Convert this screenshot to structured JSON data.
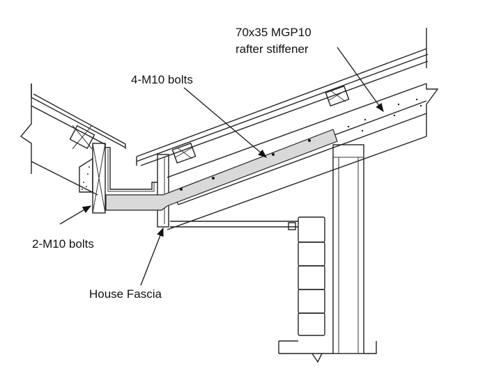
{
  "labels": {
    "stiffener_line1": "70x35 MGP10",
    "stiffener_line2": "rafter stiffener",
    "bolts4": "4-M10 bolts",
    "bolts2": "2-M10 bolts",
    "fascia": "House Fascia"
  },
  "colors": {
    "stroke": "#222222",
    "plate": "#d9d9d9",
    "background": "#ffffff"
  }
}
